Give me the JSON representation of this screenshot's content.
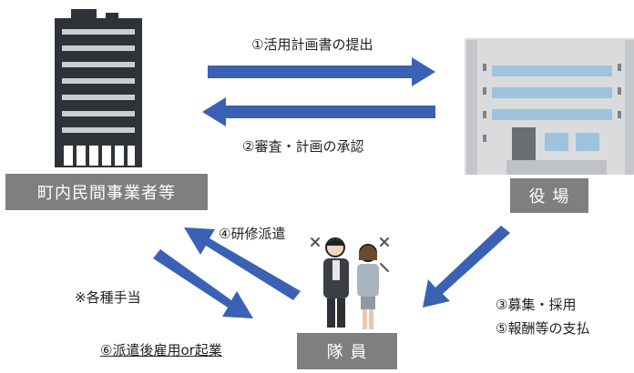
{
  "nodes": {
    "business": {
      "label": "町内民間事業者等"
    },
    "office": {
      "label": "役 場"
    },
    "member": {
      "label": "隊 員"
    }
  },
  "flows": {
    "f1": "①活用計画書の提出",
    "f2": "②審査・計画の承認",
    "f3_line1": "③募集・採用",
    "f3_line2": "⑤報酬等の支払",
    "f4": "④研修派遣",
    "f6": "⑥派遣後雇用or起業",
    "allowance": "※各種手当"
  },
  "colors": {
    "arrow": "#3b61b5",
    "label_bg": "#7f7f7f",
    "building_dark": "#2f3236",
    "building_light": "#d9dbdd"
  }
}
